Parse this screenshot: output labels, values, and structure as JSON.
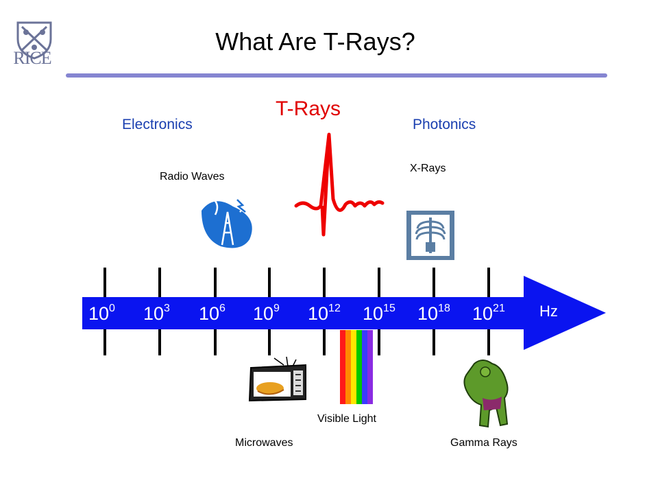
{
  "slide": {
    "title": "What Are T-Rays?",
    "logo_text": "RICE"
  },
  "regions": {
    "electronics": "Electronics",
    "trays": "T-Rays",
    "photonics": "Photonics"
  },
  "labels": {
    "radio": "Radio Waves",
    "xray": "X-Rays",
    "visible": "Visible Light",
    "microwaves": "Microwaves",
    "gamma": "Gamma Rays"
  },
  "axis": {
    "base": "10",
    "exponents": [
      "0",
      "3",
      "6",
      "9",
      "12",
      "15",
      "18",
      "21"
    ],
    "unit": "Hz"
  },
  "colors": {
    "arrow": "#0a14f0",
    "title_rule": "#8585d1",
    "region_text": "#1a3fb0",
    "trays_text": "#e00000",
    "logo": "#6b7398"
  },
  "icons": [
    "rice-shield-icon",
    "radio-tower-icon",
    "xray-chest-icon",
    "microwave-icon",
    "rainbow-spectrum-icon",
    "hulk-icon",
    "thz-pulse-icon"
  ]
}
